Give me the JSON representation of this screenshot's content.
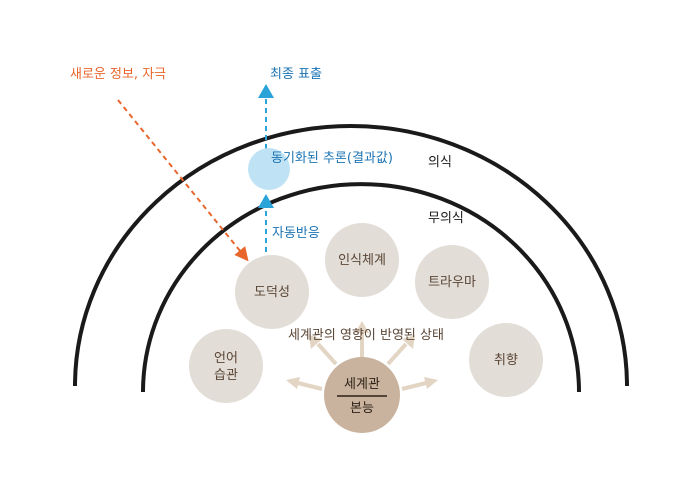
{
  "labels": {
    "new_info": "새로운 정보, 자극",
    "final_output": "최종 표출",
    "synced_inference": "동기화된 추론(결과값)",
    "conscious": "의식",
    "unconscious": "무의식",
    "auto_response": "자동반응",
    "worldview_influence": "세계관의 영향이 반영된 상태"
  },
  "nodes": {
    "morality": "도덕성",
    "cognition_system": "인식체계",
    "trauma": "트라우마",
    "language_line1": "언어",
    "language_line2": "습관",
    "taste": "취향",
    "center_top": "세계관",
    "center_bottom": "본능"
  },
  "colors": {
    "arc": "#1a1a1a",
    "node_fill": "#e2ddd6",
    "center_fill": "#c9b39e",
    "node_text": "#5a4636",
    "red_arrow": "#e8662c",
    "blue_arrow": "#2aa3d8",
    "blue_text": "#1b73b3",
    "bubble": "#bfe3f4",
    "beige_arrow": "#e3d5c3"
  }
}
